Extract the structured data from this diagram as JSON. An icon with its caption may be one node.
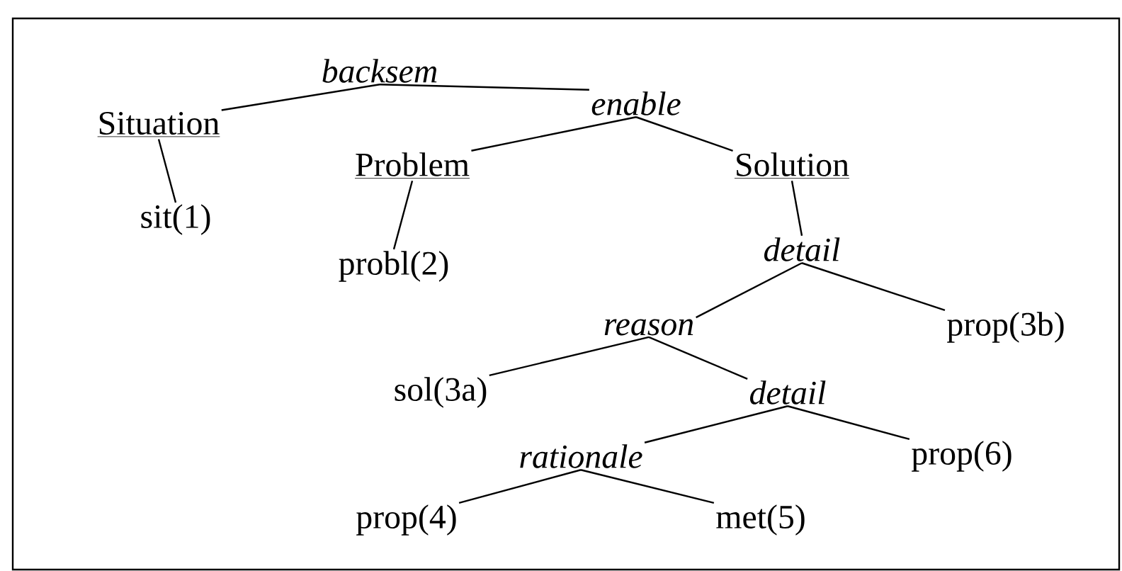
{
  "diagram": {
    "nodes": [
      {
        "text": [
          "backsem"
        ]
      },
      {
        "text": [
          "Situation"
        ]
      },
      {
        "text": [
          "enable"
        ]
      },
      {
        "text": [
          "Problem"
        ]
      },
      {
        "text": [
          "Solution"
        ]
      },
      {
        "text": [
          "sit(1)"
        ]
      },
      {
        "text": [
          "probl(2)"
        ]
      },
      {
        "text": [
          "detail"
        ]
      },
      {
        "text": [
          "reason"
        ]
      },
      {
        "text": [
          "prop(3b)"
        ]
      },
      {
        "text": [
          "sol(3a)"
        ]
      },
      {
        "text": [
          "detail"
        ]
      },
      {
        "text": [
          "rationale"
        ]
      },
      {
        "text": [
          "prop(6)"
        ]
      },
      {
        "text": [
          "prop(4)"
        ]
      },
      {
        "text": [
          "met(5)"
        ]
      }
    ],
    "edges": [
      {
        "from": 0,
        "to": 1,
        "arrow": "none"
      },
      {
        "from": 0,
        "to": 2,
        "arrow": "none"
      },
      {
        "from": 1,
        "to": 5,
        "arrow": "none"
      },
      {
        "from": 2,
        "to": 3,
        "arrow": "none"
      },
      {
        "from": 2,
        "to": 4,
        "arrow": "none"
      },
      {
        "from": 3,
        "to": 6,
        "arrow": "none"
      },
      {
        "from": 4,
        "to": 7,
        "arrow": "none"
      },
      {
        "from": 7,
        "to": 8,
        "arrow": "none"
      },
      {
        "from": 7,
        "to": 9,
        "arrow": "none"
      },
      {
        "from": 8,
        "to": 10,
        "arrow": "none"
      },
      {
        "from": 8,
        "to": 11,
        "arrow": "none"
      },
      {
        "from": 11,
        "to": 12,
        "arrow": "none"
      },
      {
        "from": 11,
        "to": 13,
        "arrow": "none"
      },
      {
        "from": 12,
        "to": 14,
        "arrow": "none"
      },
      {
        "from": 12,
        "to": 15,
        "arrow": "none"
      }
    ]
  }
}
